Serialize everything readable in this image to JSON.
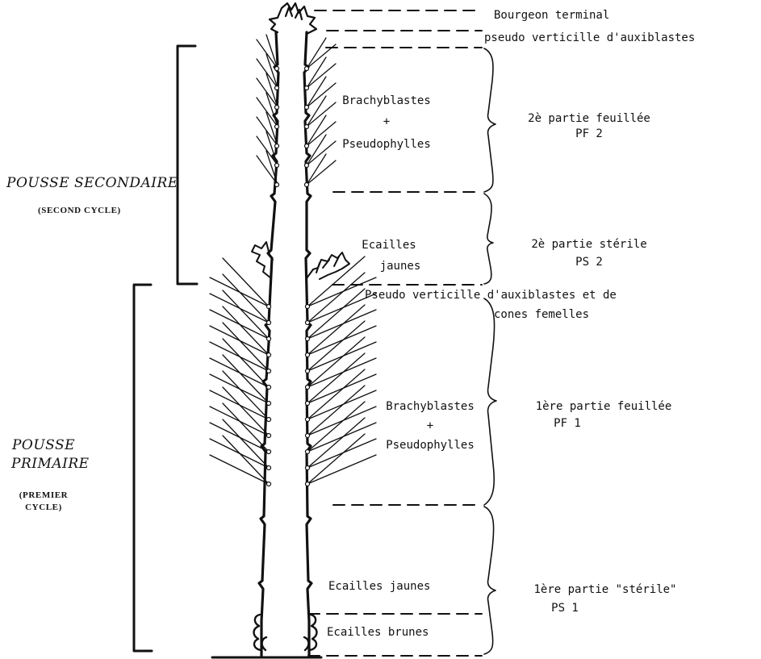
{
  "left_labels": {
    "secondary_title": "POUSSE SECONDAIRE",
    "secondary_cycle": "(SECOND CYCLE)",
    "primary_title_line1": "POUSSE",
    "primary_title_line2": "PRIMAIRE",
    "primary_cycle_line1": "(PREMIER",
    "primary_cycle_line2": "CYCLE)"
  },
  "zones": {
    "bourgeon": "Bourgeon terminal",
    "pseudo_verticille_top": "pseudo verticille d'auxiblastes",
    "brachyblastes_2_line1": "Brachyblastes",
    "brachyblastes_2_line2": "+",
    "brachyblastes_2_line3": "Pseudophylles",
    "ecailles_jaunes_2_line1": "Ecailles",
    "ecailles_jaunes_2_line2": "jaunes",
    "pseudo_verticille_mid_line1": "Pseudo verticille d'auxiblastes et de",
    "pseudo_verticille_mid_line2": "cones femelles",
    "brachyblastes_1_line1": "Brachyblastes",
    "brachyblastes_1_line2": "+",
    "brachyblastes_1_line3": "Pseudophylles",
    "ecailles_jaunes_1": "Ecailles jaunes",
    "ecailles_brunes": "Ecailles brunes"
  },
  "parts": {
    "pf2_line1": "2è partie feuillée",
    "pf2_line2": "PF 2",
    "ps2_line1": "2è partie stérile",
    "ps2_line2": "PS 2",
    "pf1_line1": "1ère partie feuillée",
    "pf1_line2": "PF 1",
    "ps1_line1": "1ère partie \"stérile\"",
    "ps1_line2": "PS 1"
  }
}
